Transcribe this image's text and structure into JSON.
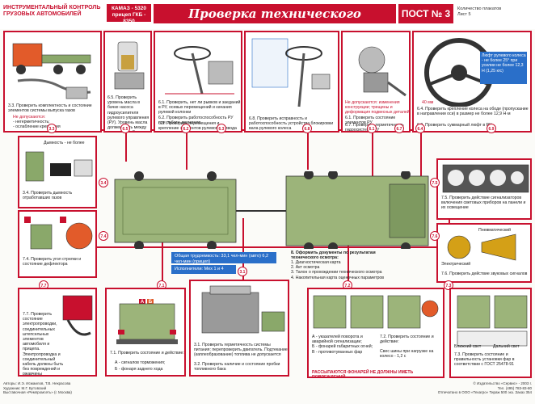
{
  "header": {
    "left_title": "Инструментальный контроль грузовых автомобилей",
    "badge": "КАМАЗ - 5320 прицеп ГКБ - 8350",
    "title": "Проверка технического состояния",
    "post": "ПОСТ № 3",
    "count": "Количество плакатов",
    "sheet": "Лист 5"
  },
  "captions": {
    "c33": "3.3. Проверить комплектность и состояние элементов системы выпуска газов",
    "c33_note": "Не допускаются:",
    "c33_items": "- негерметичность;\n- ослабление крепления",
    "c65": "6.5. Проверить уровень масла в бачке насоса гидроусилителя рулевого управления (РУ). Уровень масла должен быть между метками А и Б указателя уровня",
    "c61": "6.1. Проверить, нет ли рывков и заеданий в РУ, осевых перемещений и качания рулевой колонки",
    "c62": "6.2. Проверить работоспособность РУ при работе двигателя",
    "c63": "6.3. Проверить перемещения и крепление элементов рулевого привода",
    "c68": "6.8. Проверить исправность и работоспособность устройства блокировки вала рулевого колеса",
    "c6x_note": "Не допускаются: изменения конструкции; трещины и деформация подвесных деталей",
    "c68a": "6.1. Проверить состояние элементов РУ",
    "c68b": "6.7. Проверить герметичность гидросистемы РУ",
    "c64": "6.4. Проверить крепление колеса на ободе (пропускание в направлении оси) в размер не более 12,9 Н·м",
    "c69": "6.9. Проверить суммарный люфт в РУ",
    "wheel_label": "Люфт рулевого колеса - не более 25° при усилии не более 12,3 Н (1,25 кгс)",
    "wheel_label2": "40 мм",
    "c34": "3.4. Проверить дымность отработавших газов",
    "smoke_label": "Дымность - не более",
    "c75": "7.5. Проверить действие сигнализаторов включения световых приборов на панели и их освещение",
    "c74": "7.4. Проверить угол стрелки и состояние дефлектора",
    "c76": "7.6. Проверить действие звуковых сигналов",
    "horn_label1": "Пневматический",
    "horn_label2": "Электрический",
    "c77": "7.7. Проверить состояние электропроводки, соединительных штепсельных элементов автомобиля и прицепа. Электропроводка и соединительный кабель должны быть без повреждений и ржавчины",
    "c71": "7.1. Проверить состояние и действие:",
    "c71_a": "А - сигналов торможения;",
    "c71_b": "Б - фонаря заднего хода",
    "c31": "3.1. Проверить герметичность системы питания: перепроверить двигатель. Подтекание (каплеобразование) топлива не допускается",
    "c32": "3.2. Проверить наличие и состояние пробки топливного бака",
    "c72": "7.2. Проверить состояние и действие:",
    "c72_items": "А - указателей поворота и аварийной сигнализации;\nБ - фонарей габаритных огней;\nВ - противотуманных фар",
    "c72_note": "Свес шины при нагрузке на колесо - 1,2 с",
    "c73": "7.3. Проверить состояние и правильность установки фар в соответствии с ГОСТ 25478-91",
    "doc_title": "8. Оформить документы по результатам технического осмотра:",
    "doc_items": "1. Диагностическая карта\n2. Акт осмотра\n3. Талон о прохождении технического осмотра\n4. Накопительная карта оценочных параметров",
    "blue1": "Общая трудоемкость: 33,1 чел-мин (авто) 6,2 чел-мин (прицеп)",
    "blue2": "Исполнители: Мех 1 и 4",
    "lights1": "Ближний свет",
    "lights2": "Дальний свет",
    "dist_label": "РАССЫПАЮТСЯ ФОНАРЕЙ НЕ ДОЛЖНЫ ИМЕТЬ ПОВРЕЖДЕНИЙ",
    "footer_left": "Авторы: И.Э. Исмаилов, Т.В. Некрасова\nХудожник: М.Г. Бутовский\nВыставочная «Ремпромсеть» (г. Москва)",
    "footer_right": "© Издательство «Сервис» - 2003 г.\nТел. (495) 783-83-80\nОтпечатано в ООО «Техагро» Тираж 500 экз. Заказ 354"
  },
  "markers": [
    "6.5",
    "6.2",
    "6.3",
    "6.8",
    "6.4",
    "6.9",
    "3.3",
    "7.5",
    "7.6",
    "7.4",
    "7.7",
    "7.1",
    "3.1",
    "7.2",
    "7.3",
    "3.4",
    "6.1",
    "6.7"
  ],
  "colors": {
    "accent": "#c8102e",
    "truck": "#8aa86a",
    "blue": "#2a6fc9"
  }
}
